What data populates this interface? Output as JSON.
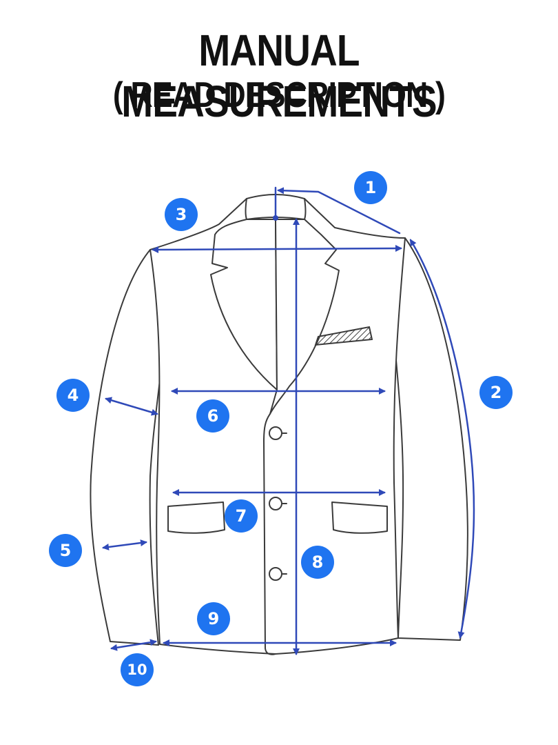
{
  "header": {
    "title": "MANUAL MEASUREMENTS",
    "subtitle": "( READ DESCRIPTION )"
  },
  "colors": {
    "badge": "#1f74f0",
    "measure_line": "#2f49b8",
    "outline": "#3a3a3a"
  },
  "badges": [
    {
      "label": "1"
    },
    {
      "label": "2"
    },
    {
      "label": "3"
    },
    {
      "label": "4"
    },
    {
      "label": "5"
    },
    {
      "label": "6"
    },
    {
      "label": "7"
    },
    {
      "label": "8"
    },
    {
      "label": "9"
    },
    {
      "label": "10"
    }
  ]
}
